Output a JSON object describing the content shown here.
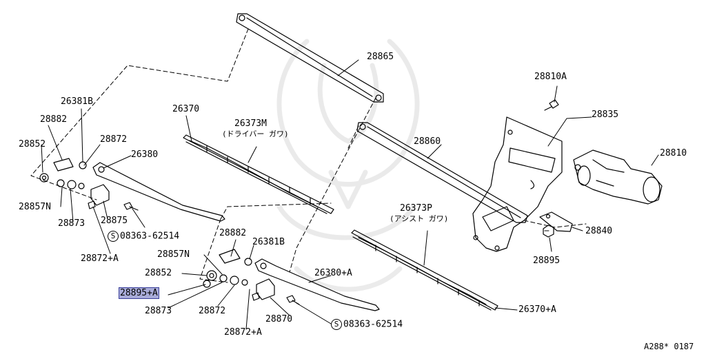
{
  "diagram": {
    "code": "A288* 0187",
    "fastener_symbol": "S",
    "labels": {
      "p28865": "28865",
      "p28810A": "28810A",
      "p28835": "28835",
      "p28810": "28810",
      "p28860": "28860",
      "p28840": "28840",
      "p28895": "28895",
      "p26373P": "26373P",
      "p26373P_sub": "(アシスト ガワ)",
      "p26370A": "26370+A",
      "p26370": "26370",
      "p26373M": "26373M",
      "p26373M_sub": "(ドライバー ガワ)",
      "p26381B_top": "26381B",
      "p28882_top": "28882",
      "p28872_top": "28872",
      "p28852_top": "28852",
      "p26380": "26380",
      "p28857N_top": "28857N",
      "p28873_top": "28873",
      "p28875": "28875",
      "p08363_top": "08363-62514",
      "p28872A_top": "28872+A",
      "p28882_mid": "28882",
      "p26381B_mid": "26381B",
      "p28857N_mid": "28857N",
      "p28852_mid": "28852",
      "p28895A": "28895+A",
      "p28873_mid": "28873",
      "p28872_mid": "28872",
      "p26380A": "26380+A",
      "p28870": "28870",
      "p08363_mid": "08363-62514",
      "p28872A_mid": "28872+A"
    }
  }
}
